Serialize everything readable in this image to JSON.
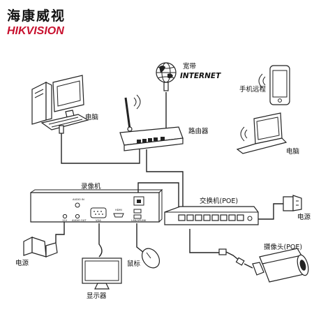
{
  "brand": {
    "name_cn": "海康威视",
    "name_en": "HIKVISION",
    "accent_color": "#c8102e"
  },
  "labels": {
    "broadband": "宽带",
    "internet": "INTERNET",
    "mobile_remote": "手机远程",
    "computer_left": "电脑",
    "computer_right": "电脑",
    "router": "路由器",
    "nvr": "录像机",
    "switch": "交换机(POE)",
    "power_left": "电源",
    "power_right": "电源",
    "monitor": "显示器",
    "mouse": "鼠标",
    "camera": "摄像头(POE)"
  },
  "nvr_ports": {
    "audio_in": "AUDIO IN",
    "power_12v": "12V",
    "audio_out": "AUDIO OUT",
    "vga": "VGA",
    "hdmi": "HDMI",
    "lan": "LAN/UPLINK"
  },
  "icons": [
    "globe-icon",
    "wifi-signal-icon",
    "smartphone-icon",
    "desktop-computer-icon",
    "laptop-icon",
    "router-icon",
    "nvr-icon",
    "poe-switch-icon",
    "power-adapter-icon",
    "monitor-icon",
    "mouse-icon",
    "bullet-camera-icon"
  ]
}
